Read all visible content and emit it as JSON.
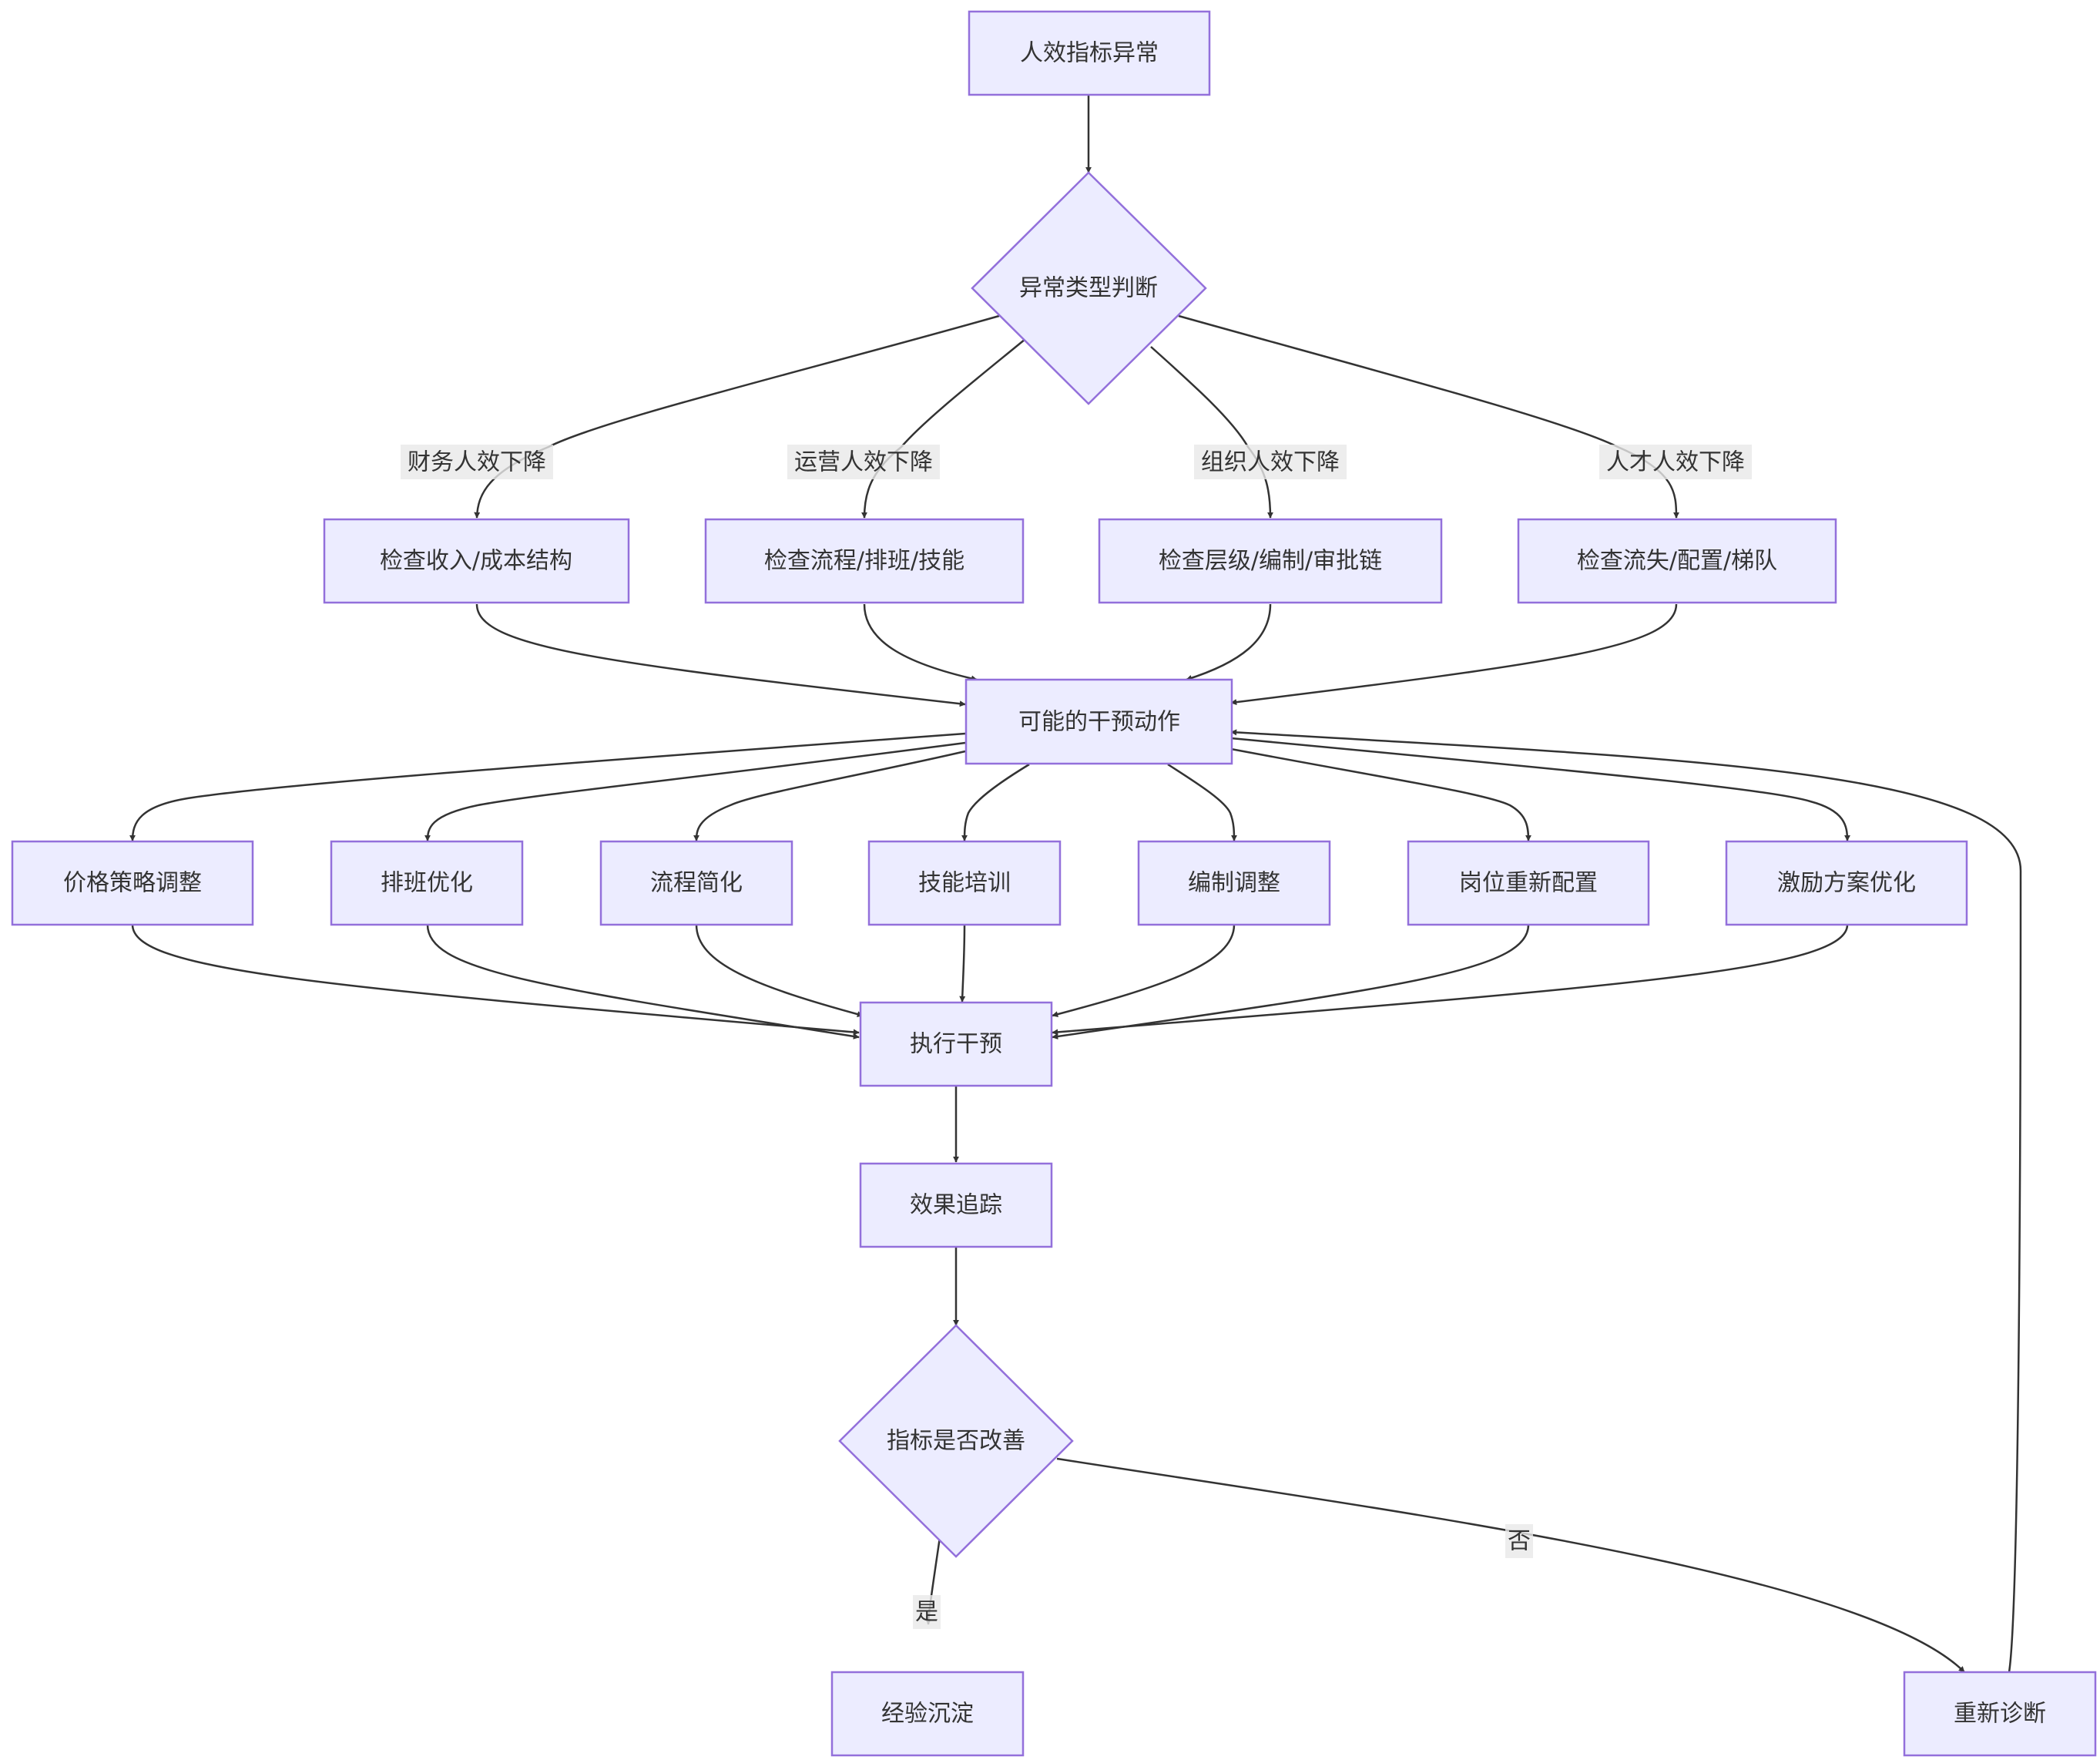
{
  "nodes": {
    "start": "人效指标异常",
    "decision_type": "异常类型判断",
    "check_finance": "检查收入/成本结构",
    "check_ops": "检查流程/排班/技能",
    "check_org": "检查层级/编制/审批链",
    "check_talent": "检查流失/配置/梯队",
    "actions": "可能的干预动作",
    "act_price": "价格策略调整",
    "act_schedule": "排班优化",
    "act_process": "流程简化",
    "act_training": "技能培训",
    "act_headcount": "编制调整",
    "act_reassign": "岗位重新配置",
    "act_incentive": "激励方案优化",
    "execute": "执行干预",
    "track": "效果追踪",
    "decision_improved": "指标是否改善",
    "settle": "经验沉淀",
    "rediagnose": "重新诊断"
  },
  "edge_labels": {
    "finance": "财务人效下降",
    "ops": "运营人效下降",
    "org": "组织人效下降",
    "talent": "人才人效下降",
    "yes": "是",
    "no": "否"
  },
  "colors": {
    "node_fill": "#ECECFF",
    "node_stroke": "#9370DB",
    "edge": "#333333",
    "label_bg": "#e8e8e8"
  }
}
